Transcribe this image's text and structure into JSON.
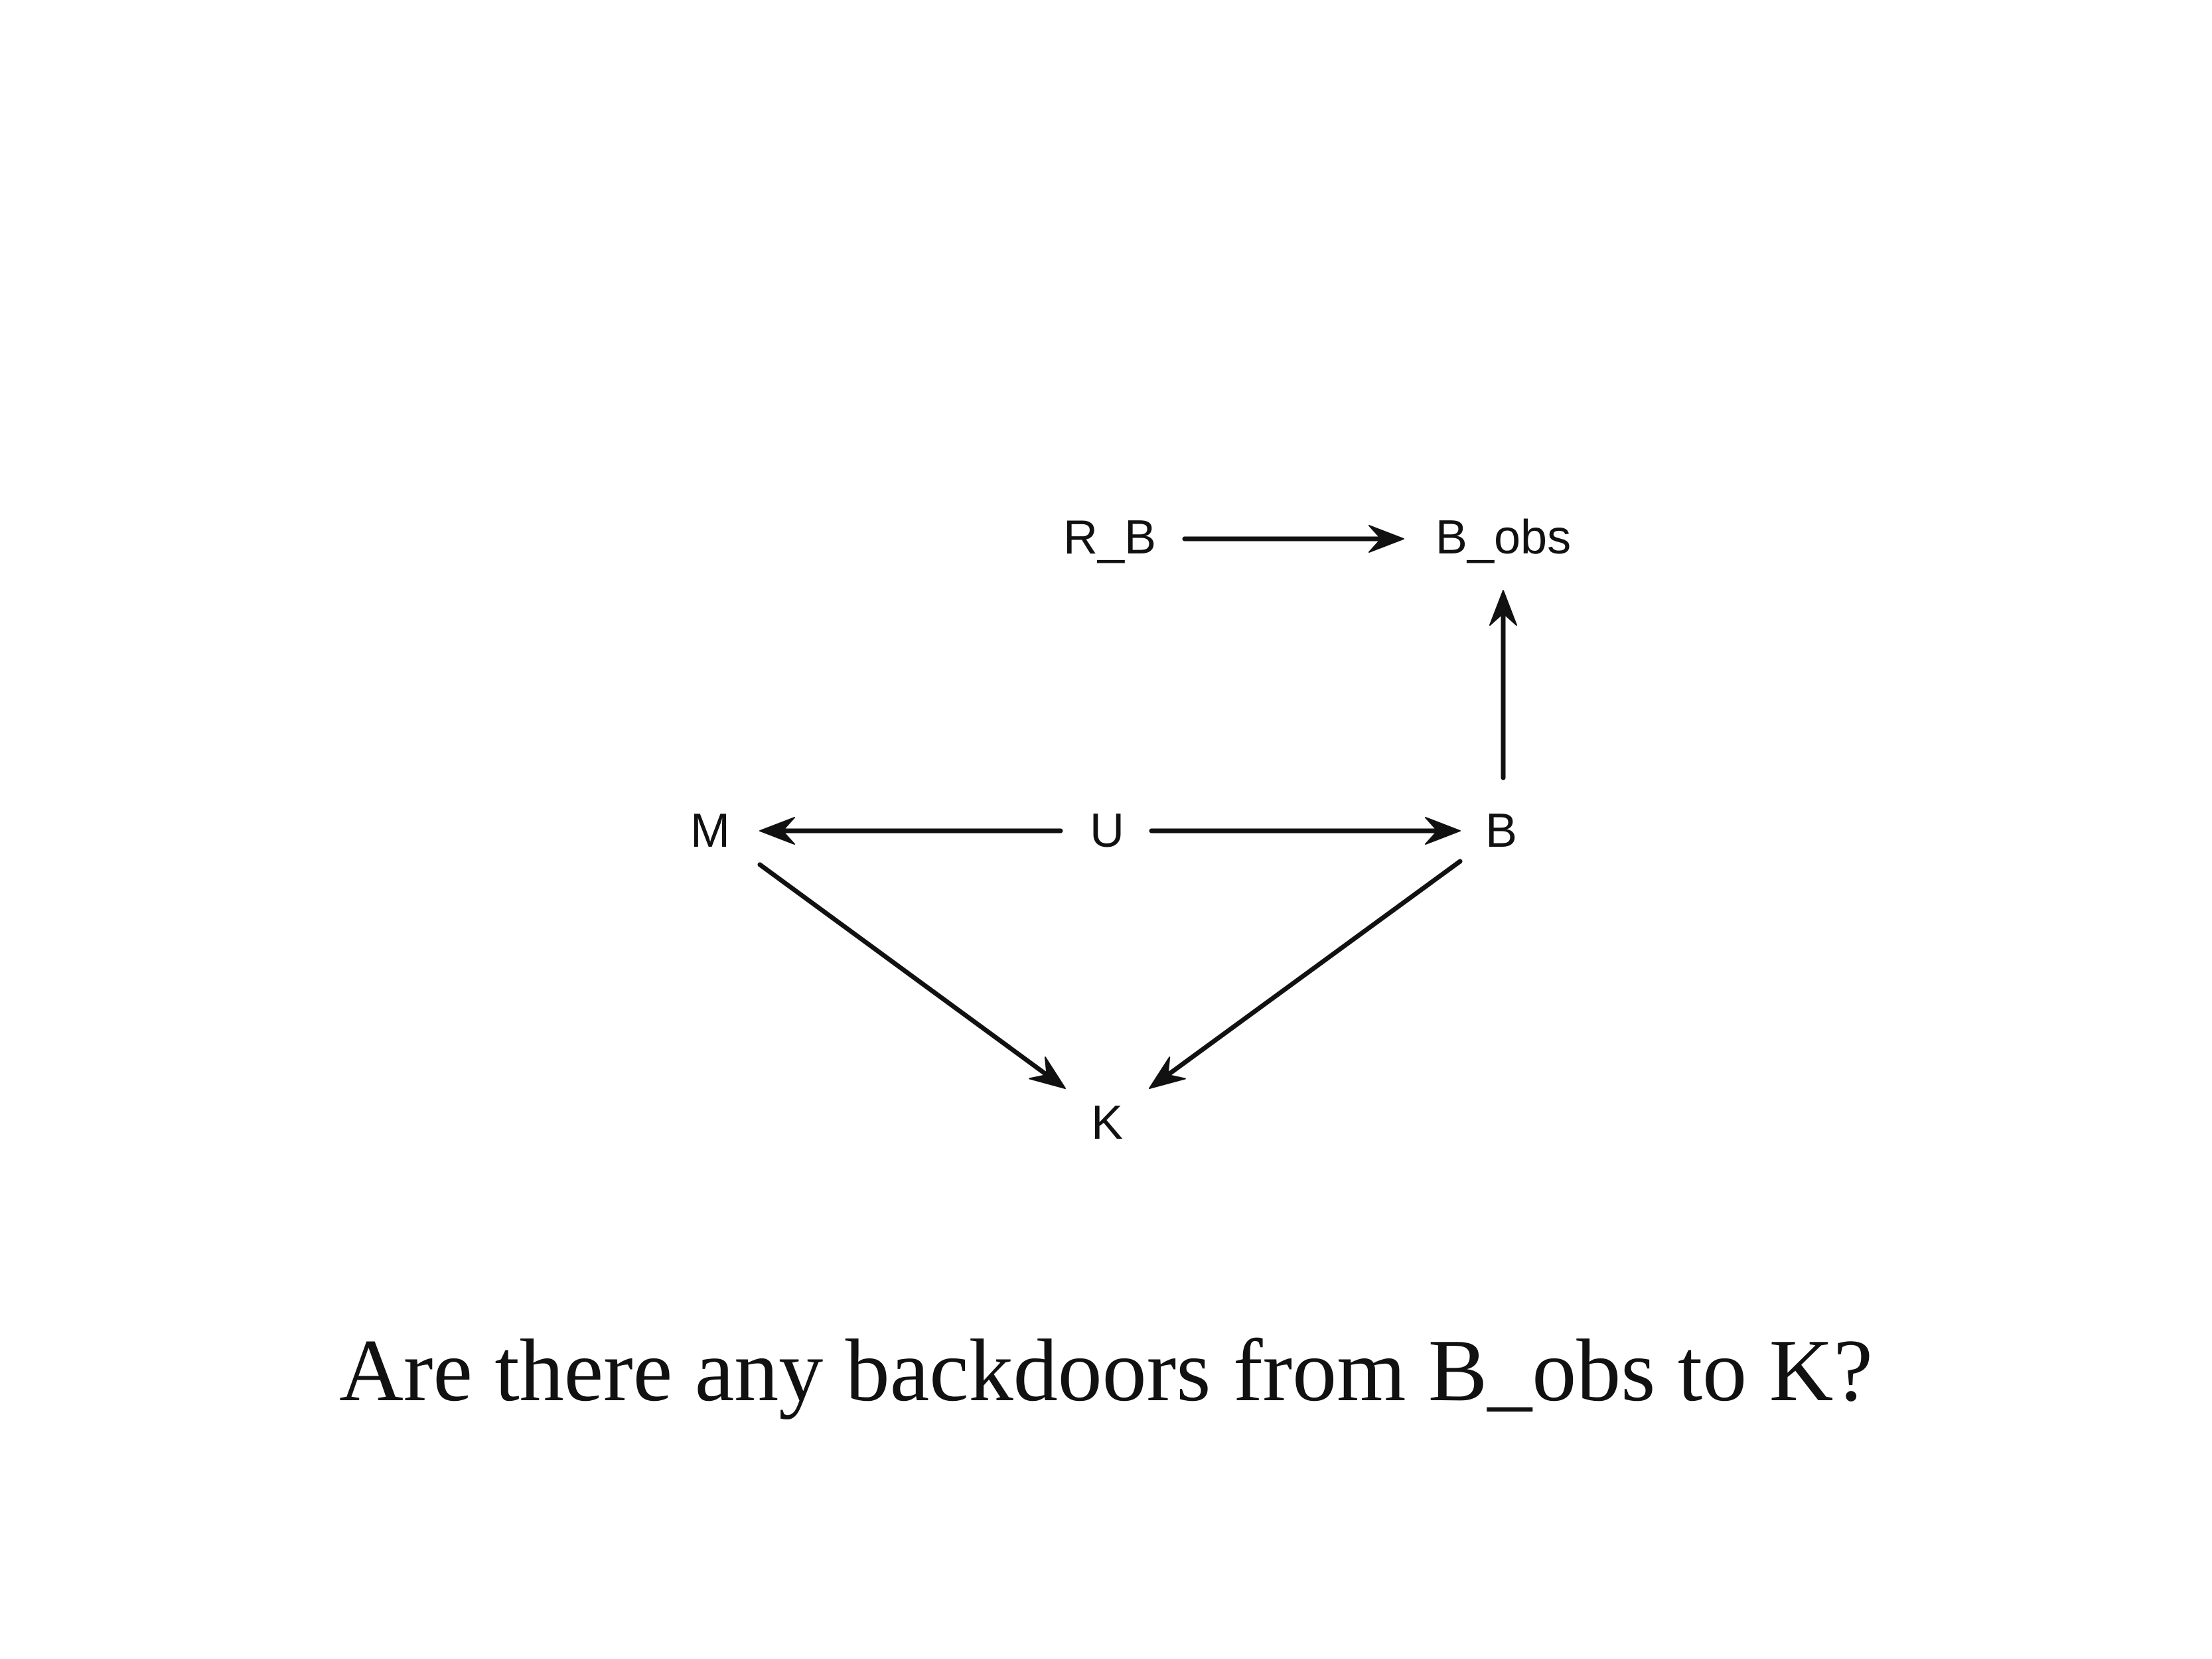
{
  "diagram": {
    "nodes": [
      {
        "id": "R_B",
        "label": "R_B"
      },
      {
        "id": "B_obs",
        "label": "B_obs"
      },
      {
        "id": "M",
        "label": "M"
      },
      {
        "id": "U",
        "label": "U"
      },
      {
        "id": "B",
        "label": "B"
      },
      {
        "id": "K",
        "label": "K"
      }
    ],
    "edges": [
      {
        "from": "R_B",
        "to": "B_obs"
      },
      {
        "from": "B",
        "to": "B_obs"
      },
      {
        "from": "U",
        "to": "M"
      },
      {
        "from": "U",
        "to": "B"
      },
      {
        "from": "M",
        "to": "K"
      },
      {
        "from": "B",
        "to": "K"
      }
    ]
  },
  "question": "Are there any backdoors from B_obs to K?",
  "colors": {
    "ink": "#111111",
    "background": "#ffffff"
  }
}
